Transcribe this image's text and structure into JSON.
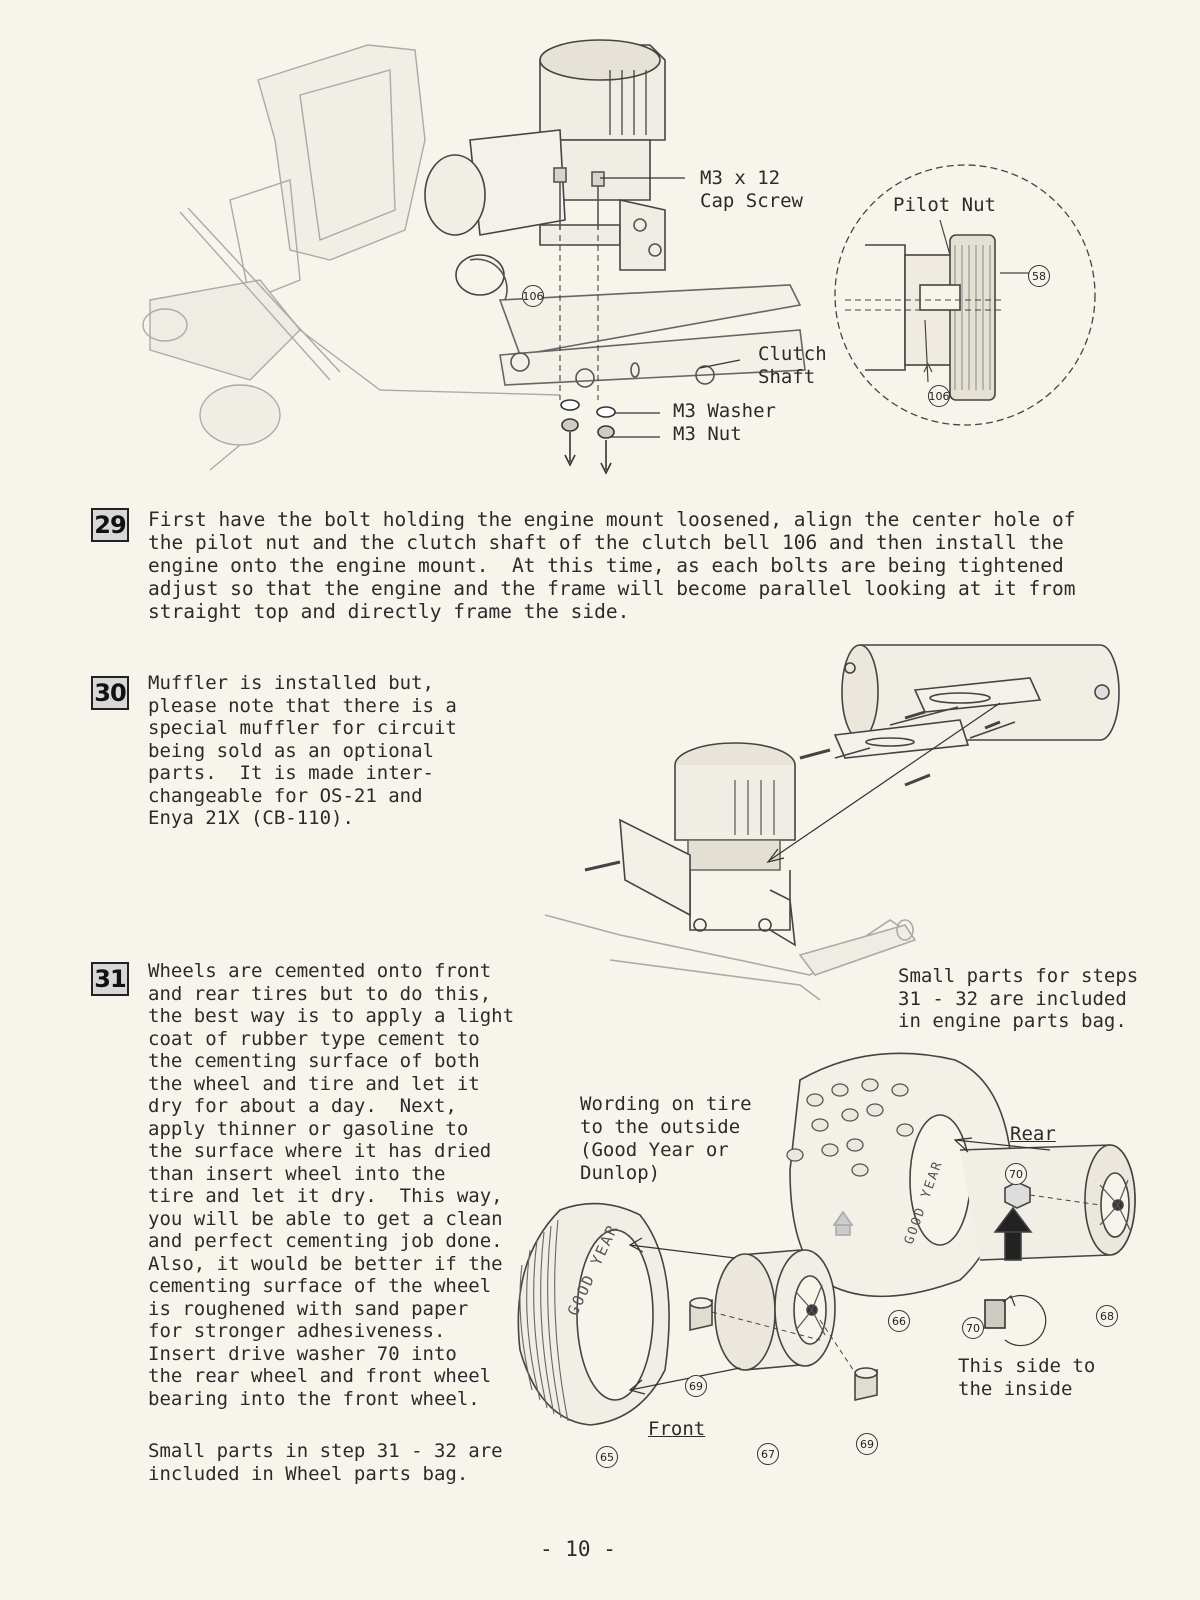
{
  "figure_top": {
    "label_screw": "M3 x 12\nCap Screw",
    "label_clutch": "Clutch\nShaft",
    "label_washer": "M3 Washer",
    "label_nut": "M3 Nut",
    "label_pilot": "Pilot Nut",
    "part_106_a": "106",
    "part_106_b": "106",
    "part_58": "58"
  },
  "steps": [
    {
      "number": "29",
      "text": "First have the bolt holding the engine mount loosened, align the center hole of\nthe pilot nut and the clutch shaft of the clutch bell 106 and then install the\nengine onto the engine mount.  At this time, as each bolts are being tightened\nadjust so that the engine and the frame will become parallel looking at it from\nstraight top and directly frame the side."
    },
    {
      "number": "30",
      "text": "Muffler is installed but,\nplease note that there is a\nspecial muffler for circuit\nbeing sold as an optional\nparts.  It is made inter-\nchangeable for OS-21 and\nEnya 21X (CB-110)."
    },
    {
      "number": "31",
      "text": "Wheels are cemented onto front\nand rear tires but to do this,\nthe best way is to apply a light\ncoat of rubber type cement to\nthe cementing surface of both\nthe wheel and tire and let it\ndry for about a day.  Next,\napply thinner or gasoline to\nthe surface where it has dried\nthan insert wheel into the\ntire and let it dry.  This way,\nyou will be able to get a clean\nand perfect cementing job done.\nAlso, it would be better if the\ncementing surface of the wheel\nis roughened with sand paper\nfor stronger adhesiveness.\nInsert drive washer 70 into\nthe rear wheel and front wheel\nbearing into the front wheel.",
      "note": "Small parts in step 31 - 32 are\nincluded in Wheel parts bag."
    }
  ],
  "side_note": "Small parts for steps\n31 - 32 are included\nin engine parts bag.",
  "wheel_figure": {
    "wording_note": "Wording on tire\nto the outside\n(Good Year or\nDunlop)",
    "rear_label": "Rear",
    "front_label": "Front",
    "this_side": "This side to\nthe inside",
    "tire_text": "GOOD YEAR",
    "parts": {
      "p65": "65",
      "p66": "66",
      "p67": "67",
      "p68": "68",
      "p69a": "69",
      "p69b": "69",
      "p70a": "70",
      "p70b": "70"
    }
  },
  "page_number": "- 10 -"
}
